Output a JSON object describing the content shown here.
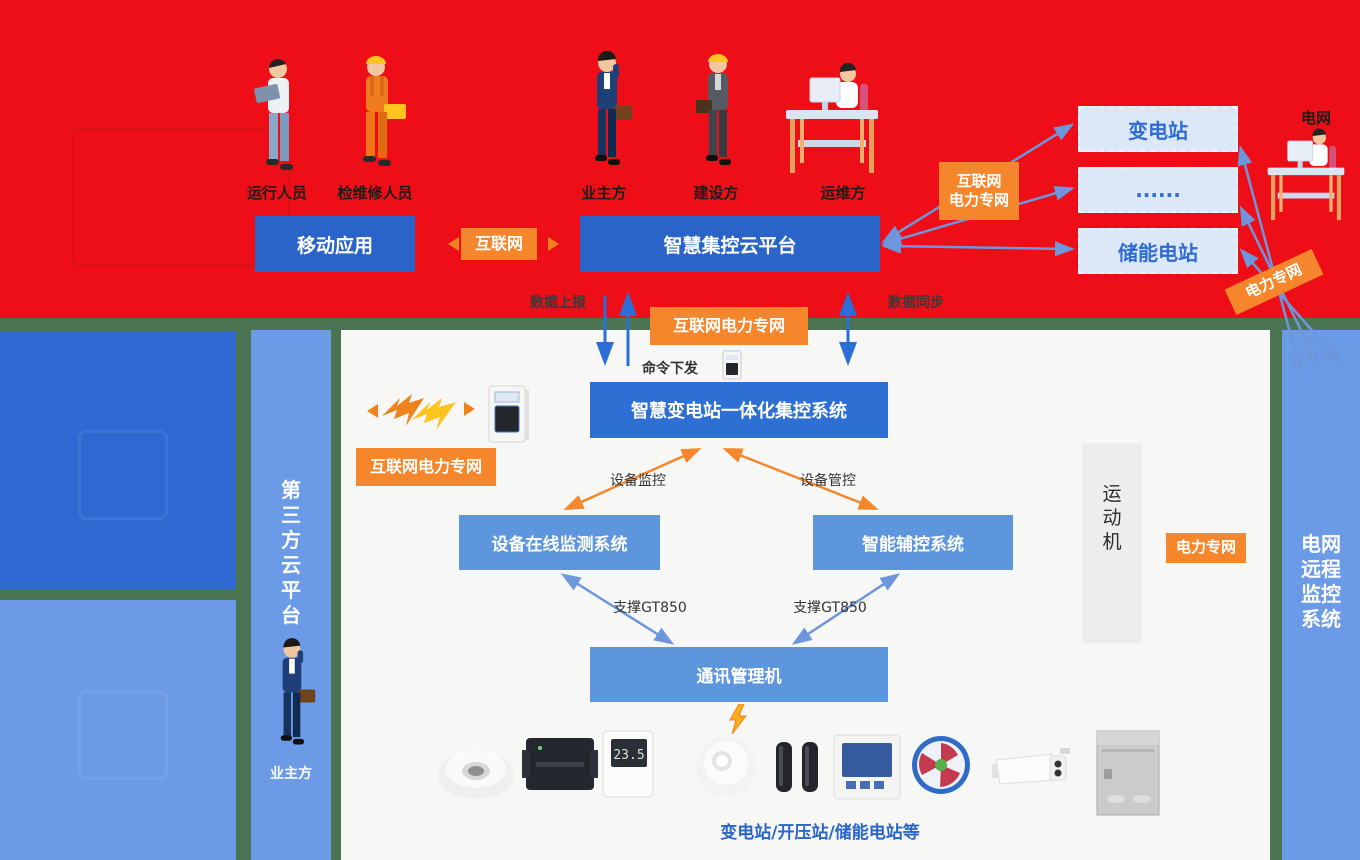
{
  "colors": {
    "red": "#ed0e18",
    "green": "#4b7452",
    "panel": "#f7f7f6",
    "light_blue": "#6b9ae6",
    "dark_blue": "#2b64c9",
    "core_blue": "#2e6fd3",
    "mid_blue": "#5e96de",
    "orange": "#f5862b",
    "station_fill": "#dce8f8",
    "station_text": "#2f6bd0",
    "caption_blue": "#2a66c8"
  },
  "top": {
    "people": [
      {
        "label": "运行人员"
      },
      {
        "label": "检维修人员"
      },
      {
        "label": "业主方"
      },
      {
        "label": "建设方"
      },
      {
        "label": "运维方"
      }
    ],
    "mobile_app_label": "移动应用",
    "internet_badge": "互联网",
    "cloud_platform_label": "智慧集控云平台",
    "internet_power_badge": "互联网\n电力专网",
    "stations": [
      {
        "label": "变电站"
      },
      {
        "label": "......"
      },
      {
        "label": "储能电站"
      }
    ],
    "grid_label": "电网",
    "power_net_rotated_badge": "电力专网",
    "data_report_label": "数据上报",
    "data_sync_label": "数据同步"
  },
  "middle": {
    "internet_power_badge": "互联网电力专网",
    "command_down_label": "命令下发",
    "core_system_label": "智慧变电站一体化集控系统",
    "left_internet_power_badge": "互联网电力专网",
    "device_monitor_label": "设备监控",
    "device_control_label": "设备管控",
    "online_monitor_label": "设备在线监测系统",
    "aux_control_label": "智能辅控系统",
    "gt850_left_label": "支撑GT850",
    "gt850_right_label": "支撑GT850",
    "comm_manager_label": "通讯管理机",
    "devices_caption": "变电站/开压站/储能电站等",
    "rtu_label": "运\n动\n机",
    "power_net_badge": "电力专网",
    "devices": [
      {
        "name": "smoke-detector"
      },
      {
        "name": "control-module"
      },
      {
        "name": "thermo-hygrometer",
        "lcd": "23.5"
      },
      {
        "name": "dome-sensor"
      },
      {
        "name": "door-sensors"
      },
      {
        "name": "panel-meter"
      },
      {
        "name": "axial-fan"
      },
      {
        "name": "cctv-camera"
      },
      {
        "name": "control-cabinet"
      }
    ]
  },
  "left_panel": {
    "third_party_label": "第\n三\n方\n云\n平\n台",
    "owner_label": "业主方"
  },
  "right_panel": {
    "grid_remote_label": "电网\n远程\n监控\n系统"
  }
}
